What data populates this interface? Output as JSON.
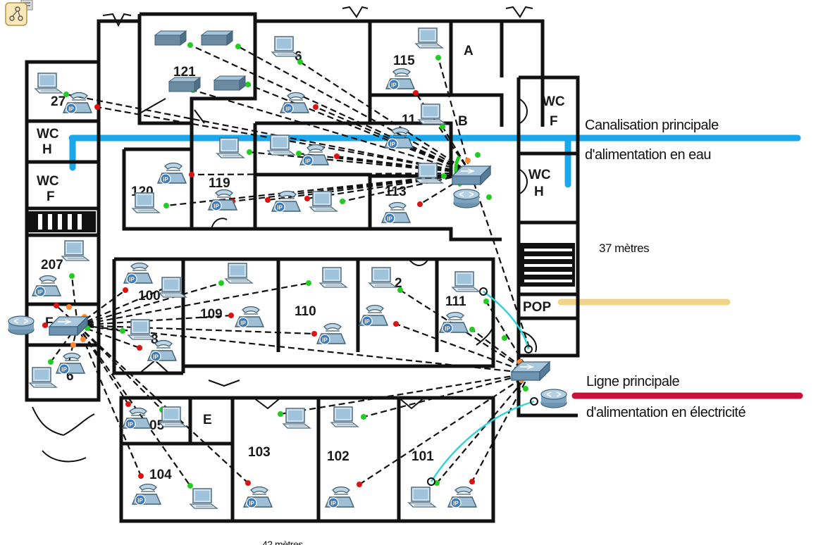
{
  "toolbar": {
    "logical_view_icon": "logical-workspace-icon"
  },
  "floor_plan": {
    "rooms": {
      "r121": "121",
      "r116": "6",
      "r115": "115",
      "rA": "A",
      "r207": "27",
      "r114": "11",
      "rB": "B",
      "wc_h_left": "WC\nH",
      "wc_f_left": "WC\nF",
      "wc_f_right": "WC\nF",
      "wc_h_right": "WC\nH",
      "r120": "120",
      "r119": "119",
      "r113": "113",
      "r207b": "207",
      "r100": "100",
      "r109": "109",
      "r110": "110",
      "r112": "2",
      "r111": "111",
      "rF": "F",
      "r108": "8",
      "r106": "6",
      "r105": "05",
      "rE": "E",
      "r103": "103",
      "r102": "102",
      "r101": "101",
      "r104": "104",
      "pop": "POP"
    },
    "dimension_right": "37 mètres",
    "dimension_bottom": "42 mètres"
  },
  "legend": {
    "water_line1": "Canalisation principale",
    "water_line2": "d'alimentation en eau",
    "power_line1": "Ligne principale",
    "power_line2": "d'alimentation en électricité",
    "water_color": "#1aa7ec",
    "power_color": "#c8103a",
    "pop_color": "#f0d58a"
  },
  "colors": {
    "link_up": "#22cc22",
    "link_down": "#dd1111",
    "link_pending": "#ff8833",
    "fiber": "#2ad6d6"
  },
  "icon_names": [
    "pc-icon",
    "ip-phone-icon",
    "switch-icon",
    "router-icon",
    "server-icon"
  ]
}
